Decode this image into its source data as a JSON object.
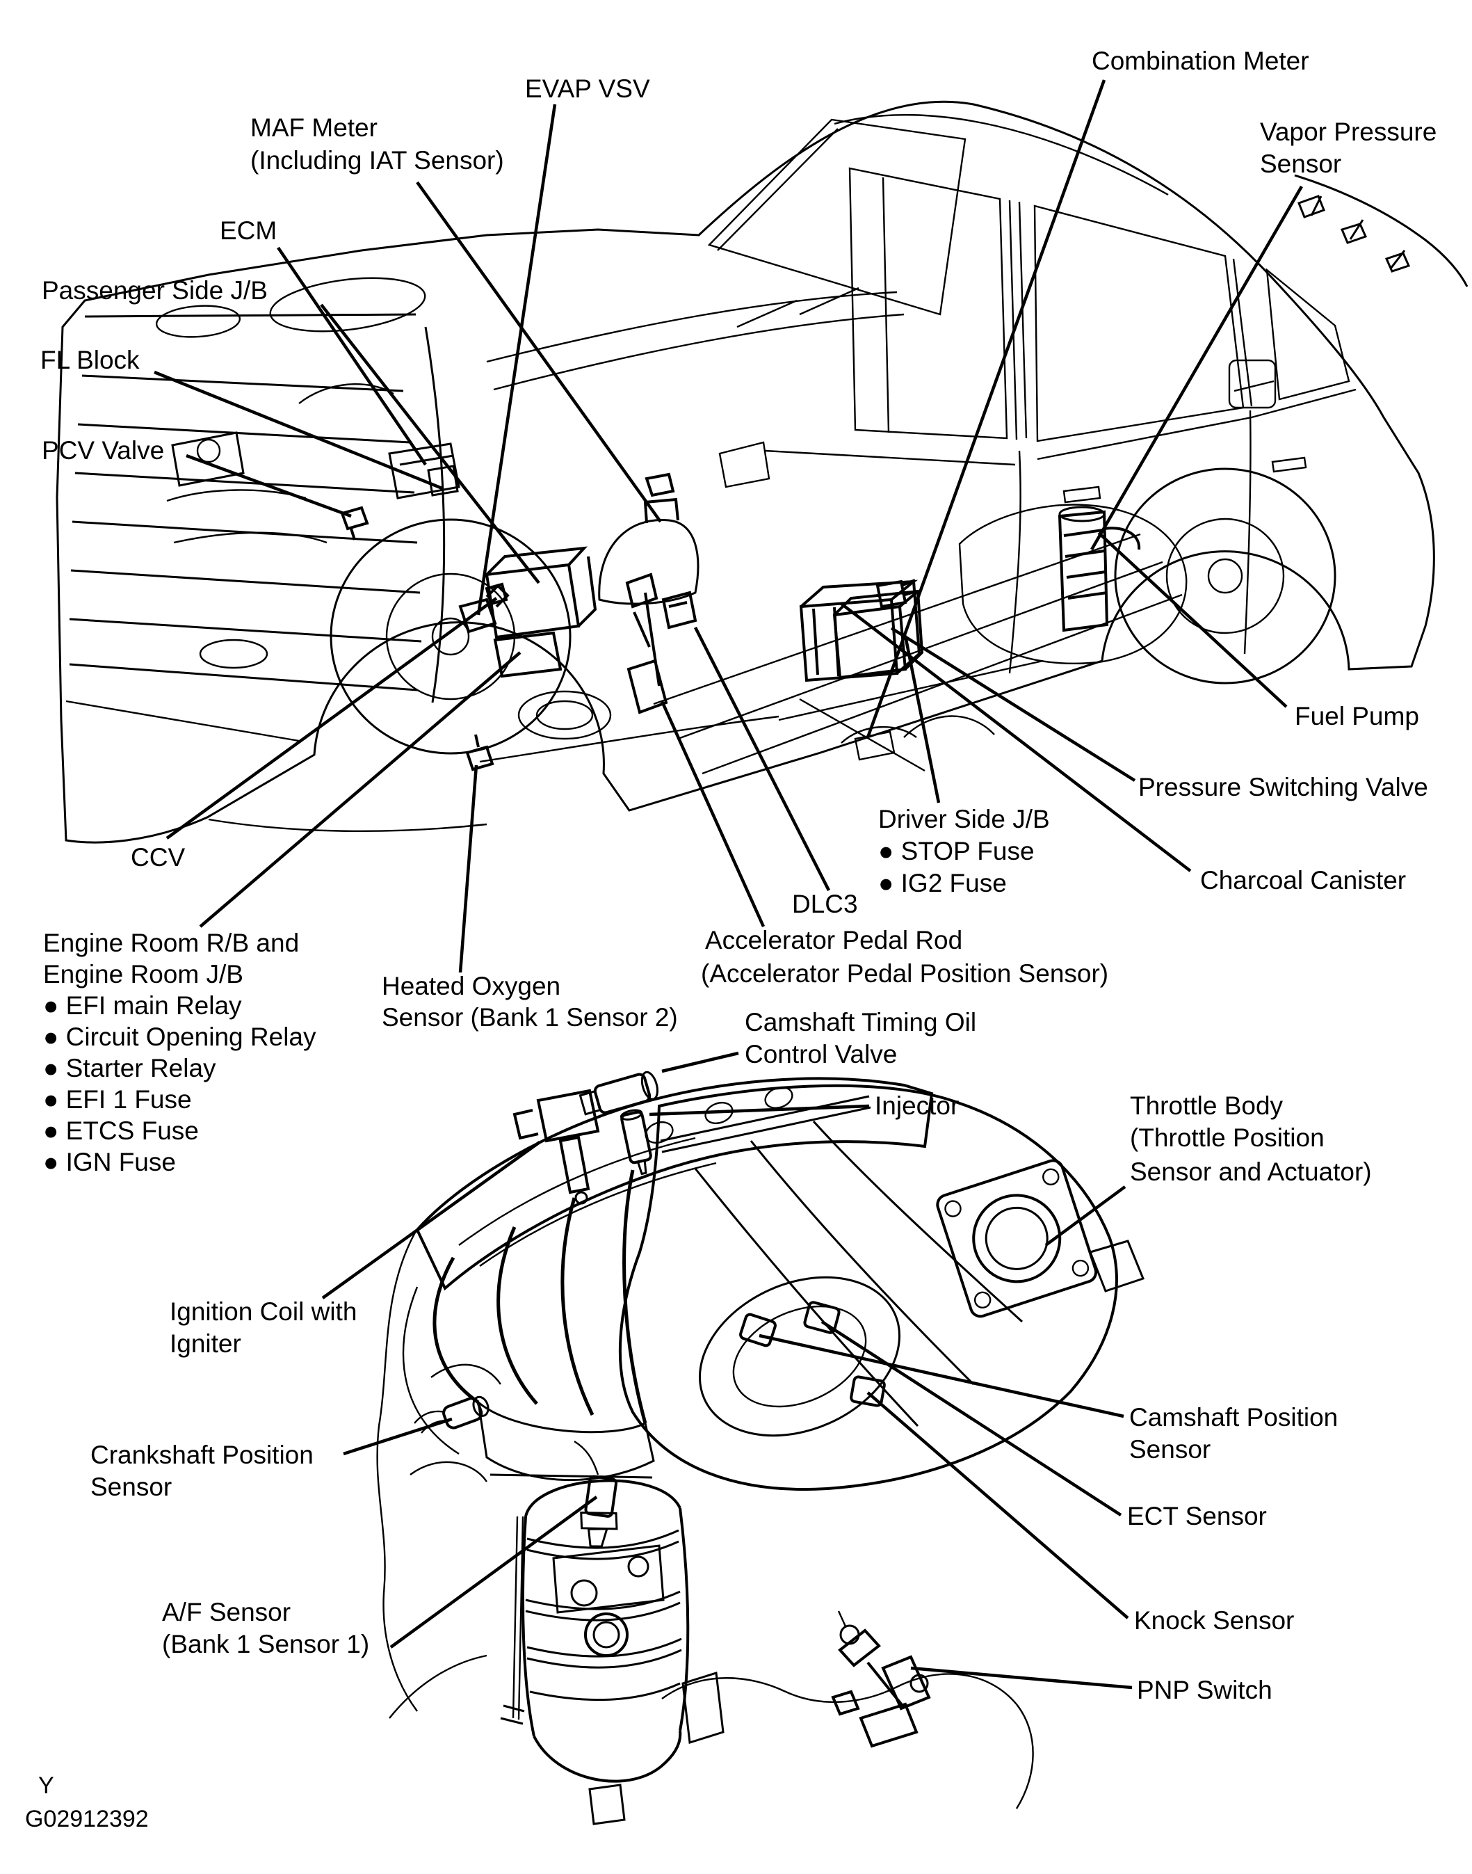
{
  "figure": {
    "colors": {
      "ink": "#000000",
      "paper": "#ffffff"
    },
    "footer_mark": "Y",
    "figure_code": "G02912392",
    "labels": {
      "combination_meter": "Combination Meter",
      "evap_vsv": "EVAP VSV",
      "maf_1": "MAF Meter",
      "maf_2": "(Including IAT Sensor)",
      "ecm": "ECM",
      "passenger_jb": "Passenger Side J/B",
      "fl_block": "FL Block",
      "pcv_valve": "PCV Valve",
      "vapor_pressure_1": "Vapor Pressure",
      "vapor_pressure_2": "Sensor",
      "fuel_pump": "Fuel Pump",
      "pressure_switching_valve": "Pressure Switching Valve",
      "charcoal_canister": "Charcoal Canister",
      "ccv": "CCV",
      "driver_jb": "Driver Side J/B",
      "driver_jb_b1": "● STOP Fuse",
      "driver_jb_b2": "● IG2 Fuse",
      "dlc3": "DLC3",
      "accel_1": "Accelerator Pedal Rod",
      "accel_2": "(Accelerator Pedal Position Sensor)",
      "engine_room_1": "Engine Room R/B and",
      "engine_room_2": "Engine Room J/B",
      "engine_room_b1": "● EFI main Relay",
      "engine_room_b2": "● Circuit Opening Relay",
      "engine_room_b3": "● Starter Relay",
      "engine_room_b4": "● EFI 1 Fuse",
      "engine_room_b5": "● ETCS Fuse",
      "engine_room_b6": "● IGN Fuse",
      "heated_o2_1": "Heated Oxygen",
      "heated_o2_2": "Sensor (Bank 1 Sensor 2)",
      "cam_timing_1": "Camshaft Timing Oil",
      "cam_timing_2": "Control Valve",
      "injector": "Injector",
      "throttle_1": "Throttle Body",
      "throttle_2": "(Throttle Position",
      "throttle_3": "Sensor and Actuator)",
      "ignition_1": "Ignition Coil with",
      "ignition_2": "Igniter",
      "crank_1": "Crankshaft Position",
      "crank_2": "Sensor",
      "af_1": "A/F Sensor",
      "af_2": "(Bank 1 Sensor 1)",
      "camshaft_1": "Camshaft Position",
      "camshaft_2": "Sensor",
      "ect": "ECT Sensor",
      "knock": "Knock Sensor",
      "pnp": "PNP Switch"
    }
  }
}
